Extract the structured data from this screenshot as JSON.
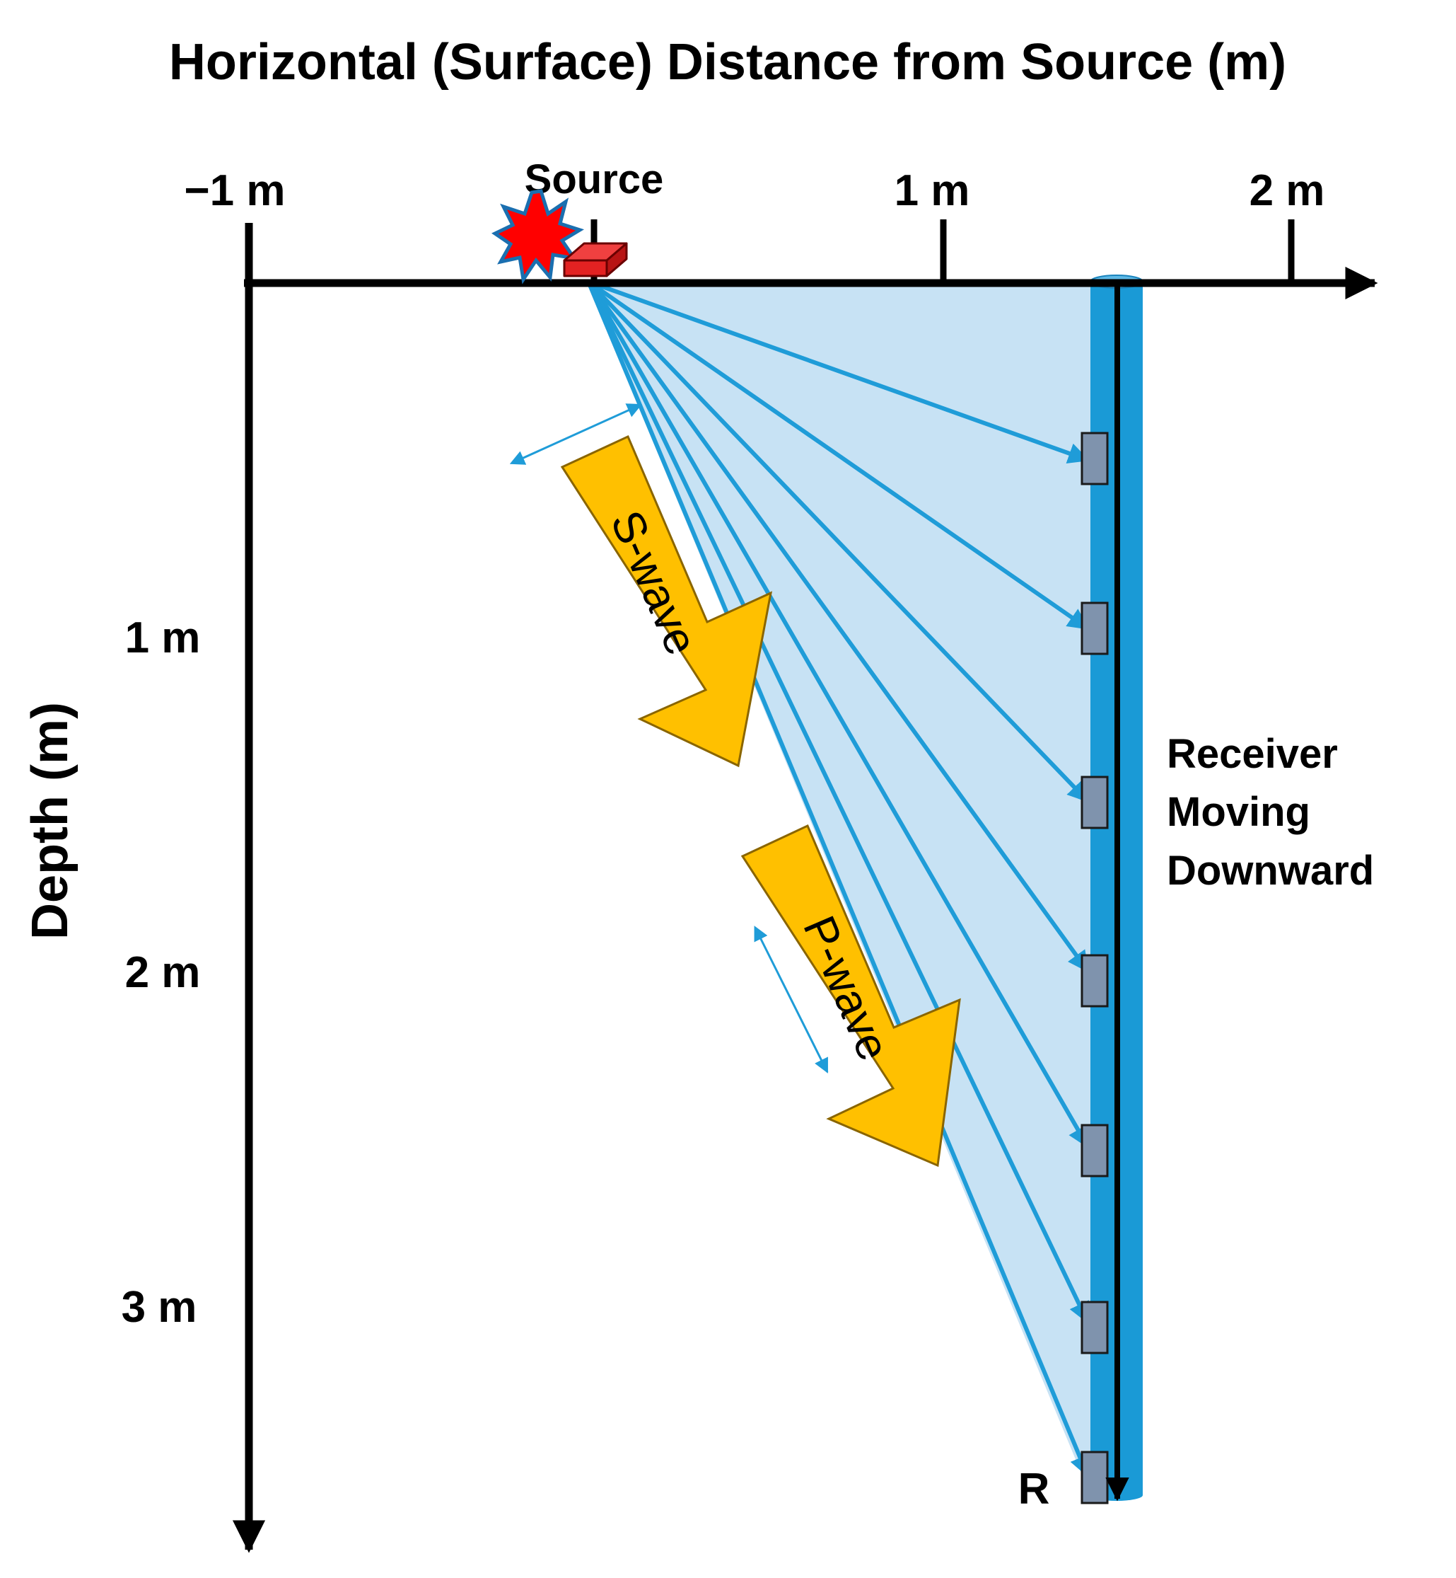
{
  "title": "Horizontal (Surface) Distance from Source (m)",
  "x_ticks": [
    "−1 m",
    "1 m",
    "2 m"
  ],
  "source_label": "Source",
  "depth_axis_label": "Depth (m)",
  "depth_ticks": [
    "1 m",
    "2 m",
    "3 m"
  ],
  "receiver_label_lines": [
    "Receiver",
    "Moving",
    "Downward"
  ],
  "receiver_end_label": "R",
  "s_wave_label": "S-wave",
  "p_wave_label": "P-wave",
  "colors": {
    "ray_blue": "#1f9cd8",
    "fan_fill": "#c7e2f4",
    "borehole": "#1a9ad6",
    "receiver_box": "#7f93ad",
    "wave_arrow": "#ffc000",
    "source_box": "#e32222",
    "explosion": "#ff0000"
  },
  "icons": [
    "explosion-icon",
    "source-block-icon",
    "receiver-icon"
  ]
}
